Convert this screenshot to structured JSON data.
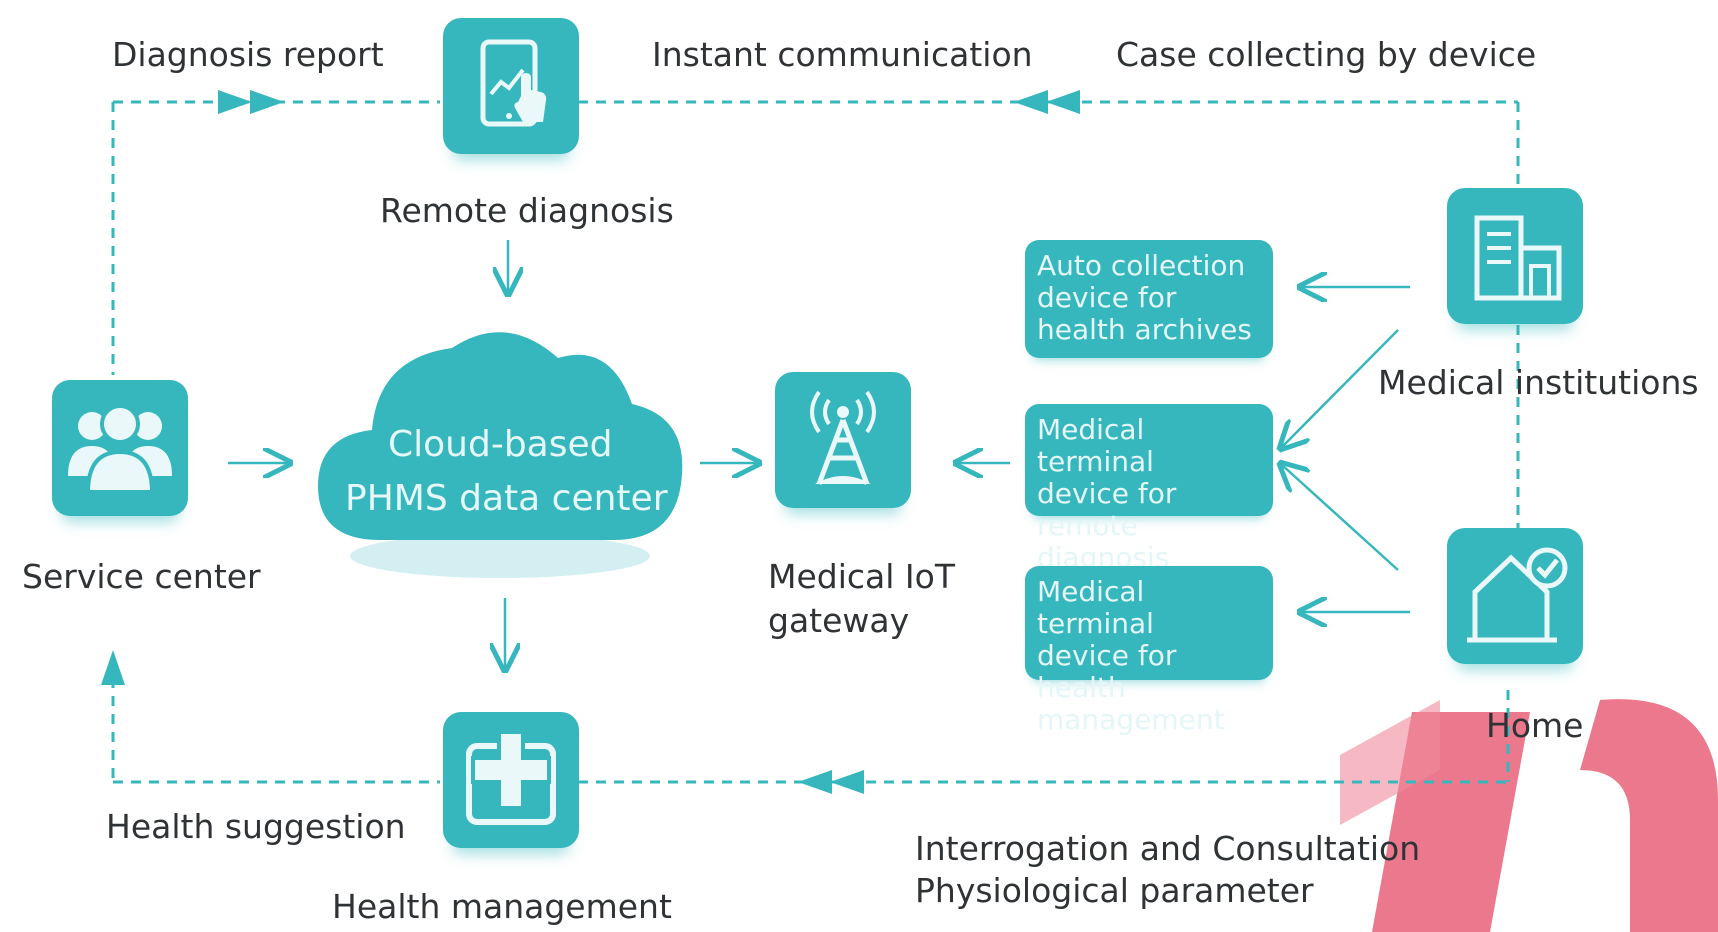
{
  "colors": {
    "accent": "#36b7bd",
    "dashed_line": "#36b7bd",
    "text": "#2f3335",
    "watermark": "#ea6d83"
  },
  "top_flow": {
    "diagnosis_report": "Diagnosis report",
    "instant_communication": "Instant communication",
    "case_collecting": "Case collecting by device"
  },
  "bottom_flow": {
    "health_suggestion": "Health suggestion",
    "interrogation_line1": "Interrogation and Consultation",
    "interrogation_line2": "Physiological parameter"
  },
  "nodes": {
    "remote_diagnosis": {
      "label": "Remote diagnosis",
      "icon": "tablet-touch-icon"
    },
    "service_center": {
      "label": "Service center",
      "icon": "people-group-icon"
    },
    "cloud": {
      "line1": "Cloud-based",
      "line2": "PHMS data center",
      "icon": "cloud-icon"
    },
    "iot_gateway": {
      "line1": "Medical IoT",
      "line2": "gateway",
      "icon": "signal-tower-icon"
    },
    "health_management": {
      "label": "Health management",
      "icon": "medical-cross-icon"
    },
    "medical_institutions": {
      "label": "Medical institutions",
      "icon": "building-icon"
    },
    "home": {
      "label": "Home",
      "icon": "house-check-icon"
    }
  },
  "devices": [
    {
      "text": "Auto collection\ndevice for\nhealth archives"
    },
    {
      "text": "Medical terminal\ndevice for\nremote diagnosis"
    },
    {
      "text": "Medical terminal\ndevice for health\nmanagement"
    }
  ]
}
